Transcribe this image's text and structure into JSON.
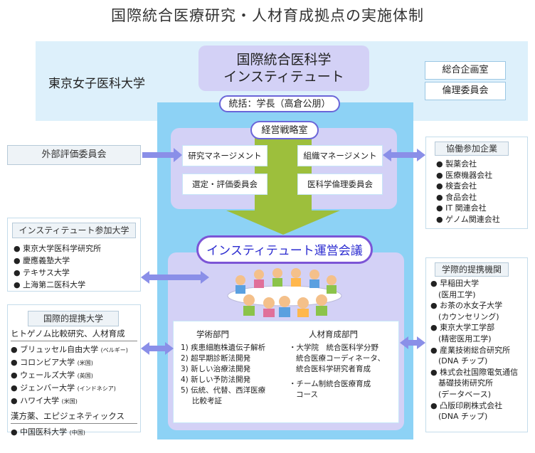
{
  "title": "国際統合医療研究・人材育成拠点の実施体制",
  "university": "東京女子医科大学",
  "institute": {
    "line1": "国際統合医科学",
    "line2": "インスティテュート"
  },
  "admin_offices": [
    "総合企画室",
    "倫理委員会"
  ],
  "president": "統括：学長（高倉公朋）",
  "strategy_office": "経営戦略室",
  "management": [
    "研究マネージメント",
    "組織マネージメント",
    "選定・評価委員会",
    "医科学倫理委員会"
  ],
  "external_committee": "外部評価委員会",
  "assembly": "インスティテュート運営会議",
  "divisions": {
    "academic": {
      "title": "学術部門",
      "items": [
        "1) 疾患細胞株遺伝子解析",
        "2) 超早期診断法開発",
        "3) 新しい治療法開発",
        "4) 新しい予防法開発",
        "5) 伝統、代替、西洋医療",
        "比較考証"
      ]
    },
    "training": {
      "title": "人材育成部門",
      "items": [
        "・大学院　統合医科学分野",
        "統合医療コーディネータ、",
        "統合医科学研究者育成",
        "・チーム制統合医療育成",
        "コース"
      ]
    }
  },
  "participating_universities": {
    "title": "インスティテュート参加大学",
    "items": [
      "東京大学医科学研究所",
      "慶應義塾大学",
      "テキサス大学",
      "上海第二医科大学"
    ]
  },
  "international_universities": {
    "title": "国際的提携大学",
    "section1": "ヒトゲノム比較研究、人材育成",
    "items1": [
      {
        "name": "ブリュッセル自由大学",
        "country": "(ベルギー)"
      },
      {
        "name": "コロンビア大学",
        "country": "(米国)"
      },
      {
        "name": "ウェールズ大学",
        "country": "(英国)"
      },
      {
        "name": "ジェンバー大学",
        "country": "(インドネシア)"
      },
      {
        "name": "ハワイ大学",
        "country": "(米国)"
      }
    ],
    "section2": "漢方薬、エピジェネティックス",
    "items2": [
      {
        "name": "中国医科大学",
        "country": "(中国)"
      }
    ]
  },
  "companies": {
    "title": "協働参加企業",
    "items": [
      "製薬会社",
      "医療機器会社",
      "検査会社",
      "食品会社",
      "IT 関連会社",
      "ゲノム関連会社"
    ]
  },
  "institutions": {
    "title": "学際的提携機関",
    "lines": [
      "● 早稲田大学",
      "　(医用工学)",
      "● お茶の水女子大学",
      "　(カウンセリング)",
      "● 東京大学工学部",
      "　(精密医用工学)",
      "● 産業技術総合研究所",
      "　(DNA チップ)",
      "● 株式会社国際電気通信",
      "　基礎技術研究所",
      "　(データベース)",
      "● 凸版印刷株式会社",
      "　(DNA チップ)"
    ]
  },
  "colors": {
    "band": "#ddf0fb",
    "column": "#8dd2f5",
    "lavender": "#d3d1f6",
    "arrow_green": "#9dbf3c",
    "arrow_blue": "#8a8fe8"
  }
}
